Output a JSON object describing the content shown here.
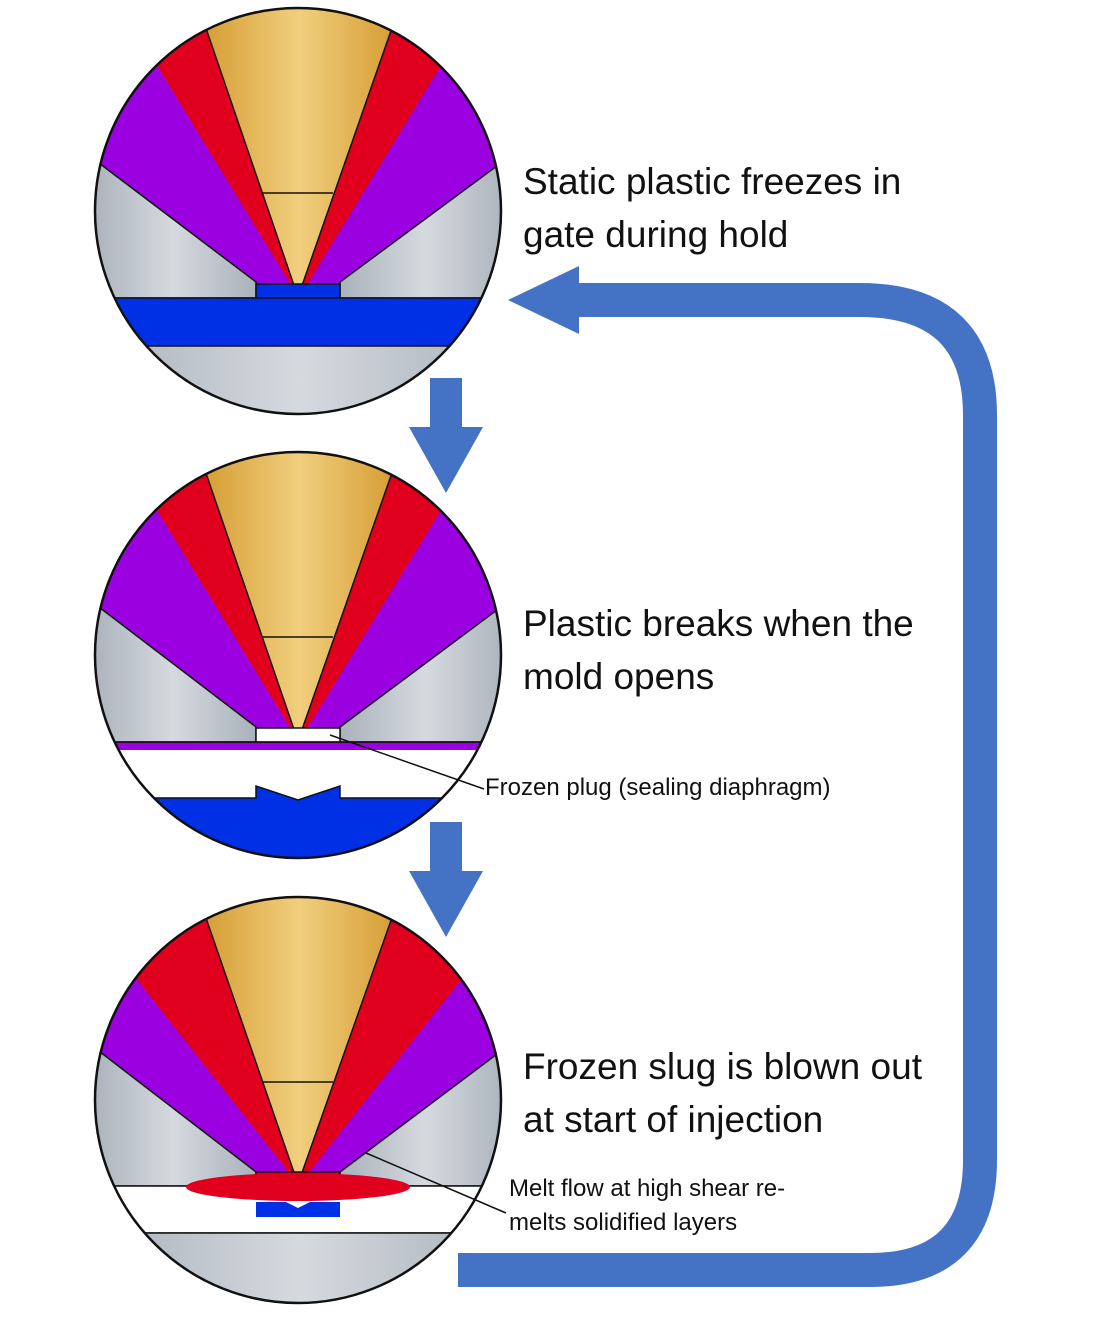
{
  "colors": {
    "gate_gold": "#D9A23C",
    "flow_red": "#E0001E",
    "layer_purple": "#9B00E0",
    "frozen_blue": "#0030E6",
    "steel_gray": "#B9C1C9",
    "arrow_blue": "#4472C4",
    "outline": "#111111"
  },
  "stages": [
    {
      "caption_line1": "Static plastic freezes in",
      "caption_line2": "gate during hold"
    },
    {
      "caption_line1": "Plastic breaks when the",
      "caption_line2": "mold opens",
      "callout_text": "Frozen plug (sealing diaphragm)"
    },
    {
      "caption_line1": "Frozen slug is blown out",
      "caption_line2": "at start of injection",
      "callout_line1": "Melt flow at high shear re-",
      "callout_line2": "melts solidified layers"
    }
  ],
  "arrows": {
    "down_arrows": [
      "stage-1-to-2",
      "stage-2-to-3"
    ],
    "return_arrow": "stage-3-to-1"
  }
}
